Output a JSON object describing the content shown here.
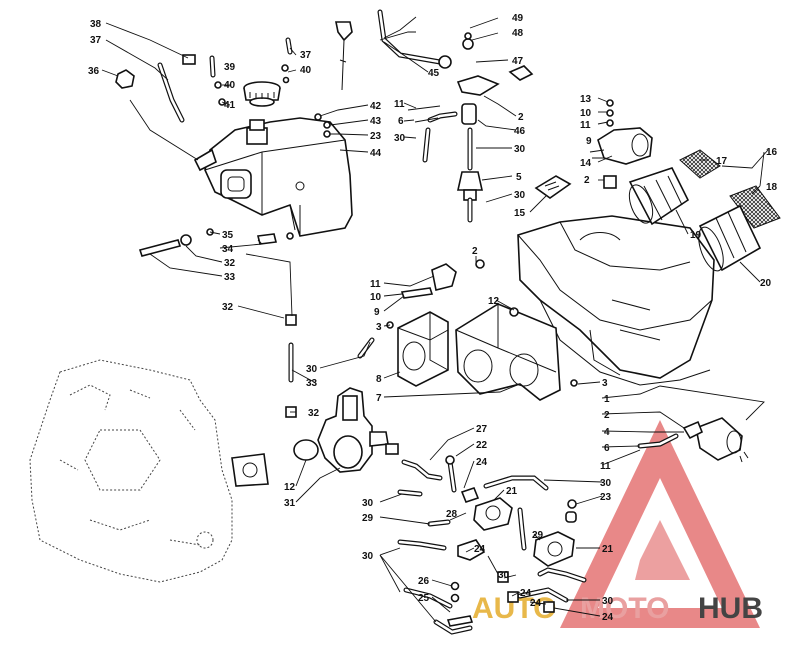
{
  "labels": {
    "l38": "38",
    "l37a": "37",
    "l36": "36",
    "l39": "39",
    "l40a": "40",
    "l41": "41",
    "l37b": "37",
    "l40b": "40",
    "l49": "49",
    "l48": "48",
    "l47": "47",
    "l45": "45",
    "l42": "42",
    "l43": "43",
    "l23a": "23",
    "l44": "44",
    "l11a": "11",
    "l6a": "6",
    "l30a": "30",
    "l2a": "2",
    "l46": "46",
    "l30b": "30",
    "l13": "13",
    "l10a": "10",
    "l11b": "11",
    "l9a": "9",
    "l14": "14",
    "l2b": "2",
    "l16": "16",
    "l17": "17",
    "l18": "18",
    "l5": "5",
    "l30c": "30",
    "l15": "15",
    "l19": "19",
    "l20": "20",
    "l35": "35",
    "l34": "34",
    "l32a": "32",
    "l33a": "33",
    "l2c": "2",
    "l11c": "11",
    "l10b": "10",
    "l9b": "9",
    "l12a": "12",
    "l3a": "3",
    "l32b": "32",
    "l30d": "30",
    "l33b": "33",
    "l8": "8",
    "l7": "7",
    "l3b": "3",
    "l1": "1",
    "l32c": "32",
    "l2d": "2",
    "l4": "4",
    "l6b": "6",
    "l11d": "11",
    "l30e": "30",
    "l23b": "23",
    "l27": "27",
    "l22": "22",
    "l24a": "24",
    "l12b": "12",
    "l31": "31",
    "l21a": "21",
    "l30f": "30",
    "l28": "28",
    "l29": "29",
    "l30g": "30",
    "l24b": "24",
    "l21b": "21",
    "l30h": "30",
    "l26": "26",
    "l25": "25",
    "l30i": "30",
    "l24c": "24",
    "l24d": "24",
    "l30j": "30",
    "l24e": "24"
  },
  "watermark": {
    "part1": "AUTO",
    "part2": "MOTO",
    "part3": "HUB",
    "colors": {
      "auto": "#e8b84a",
      "moto": "#e9a0a0",
      "hub": "#444444",
      "triangle": "#e06060"
    }
  }
}
